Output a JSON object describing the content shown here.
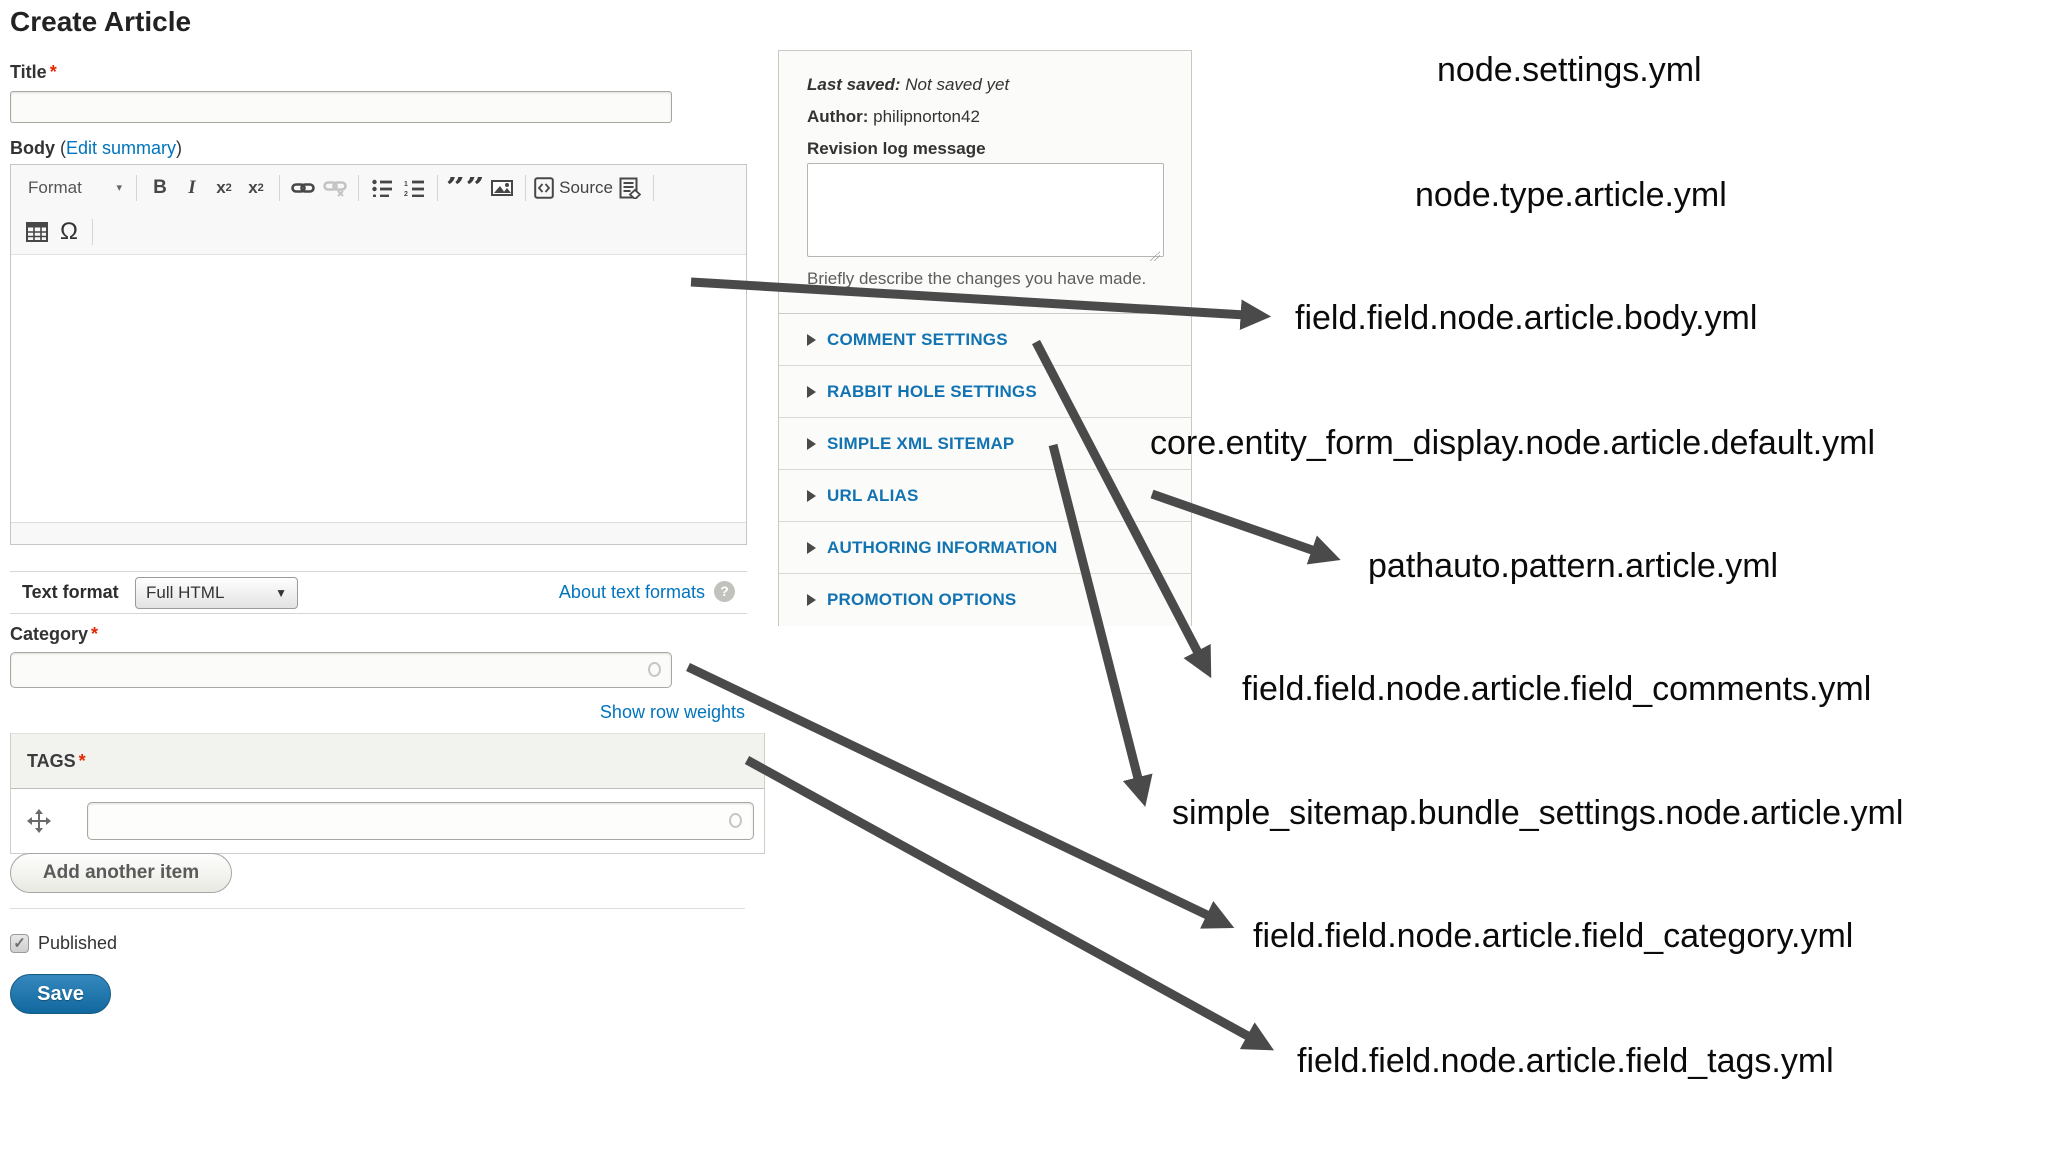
{
  "page": {
    "title": "Create Article"
  },
  "form": {
    "title": {
      "label": "Title",
      "required": "*",
      "value": "",
      "placeholder": ""
    },
    "body": {
      "label": "Body",
      "paren_open": "(",
      "edit_summary_label": "Edit summary",
      "paren_close": ")"
    },
    "toolbar": {
      "format_label": "Format",
      "format_caret": "▾",
      "bold_label": "B",
      "italic_label": "I",
      "sup_base": "x",
      "sup_exp": "2",
      "sub_base": "x",
      "sub_exp": "2",
      "quote_glyph": "”",
      "source_label": "Source",
      "source_glyph": "⟨⟩",
      "omega_glyph": "Ω"
    },
    "text_format": {
      "label": "Text format",
      "value": "Full HTML",
      "caret": "▼",
      "about_link": "About text formats",
      "help_glyph": "?"
    },
    "category": {
      "label": "Category",
      "required": "*",
      "value": ""
    },
    "show_row_weights_label": "Show row weights",
    "tags": {
      "label": "TAGS",
      "required": "*",
      "value": ""
    },
    "add_another_label": "Add another item",
    "published_label": "Published",
    "published_check_glyph": "✓",
    "save_label": "Save"
  },
  "panel": {
    "last_saved_label": "Last saved:",
    "last_saved_value": "Not saved yet",
    "author_label": "Author:",
    "author_value": "philipnorton42",
    "revision_label": "Revision log message",
    "revision_value": "",
    "revision_help": "Briefly describe the changes you have made.",
    "sections": [
      "COMMENT SETTINGS",
      "RABBIT HOLE SETTINGS",
      "SIMPLE XML SITEMAP",
      "URL ALIAS",
      "AUTHORING INFORMATION",
      "PROMOTION OPTIONS"
    ]
  },
  "annotations": [
    "node.settings.yml",
    "node.type.article.yml",
    "field.field.node.article.body.yml",
    "core.entity_form_display.node.article.default.yml",
    "pathauto.pattern.article.yml",
    "field.field.node.article.field_comments.yml",
    "simple_sitemap.bundle_settings.node.article.yml",
    "field.field.node.article.field_category.yml",
    "field.field.node.article.field_tags.yml"
  ],
  "colors": {
    "accent": "#0074bd",
    "arrow": "#4a4a4a",
    "required": "#e32700",
    "save_button": "#11689f"
  }
}
